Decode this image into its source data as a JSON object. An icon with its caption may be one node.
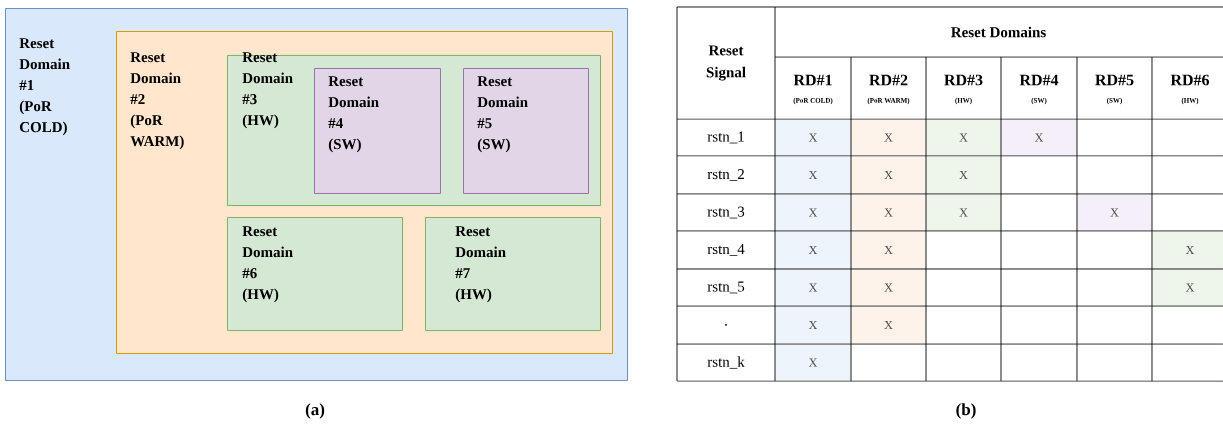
{
  "diagram": {
    "nodes": [
      {
        "text": [
          "Reset Domain #1 (PoR COLD)"
        ]
      },
      {
        "text": [
          "Reset Domain #2 (PoR WARM)"
        ],
        "in": 0
      },
      {
        "text": [
          "Reset Domain #3 (HW)"
        ],
        "in": 1
      },
      {
        "text": [
          "Reset Domain #4 (SW)"
        ],
        "in": 2
      },
      {
        "text": [
          "Reset Domain #5 (SW)"
        ],
        "in": 2
      },
      {
        "text": [
          "Reset Domain #6 (HW)"
        ],
        "in": 1
      },
      {
        "text": [
          "Reset Domain #7 (HW)"
        ],
        "in": 1
      }
    ],
    "labels": [
      "Reset Signal",
      "Reset Domains",
      "RD#1",
      "(PoR COLD)",
      "RD#2",
      "(PoR WARM)",
      "RD#3",
      "(HW)",
      "RD#4",
      "(SW)",
      "RD#5",
      "(SW)",
      "RD#6",
      "(HW)",
      "rstn_1",
      "X",
      "X",
      "X",
      "X",
      "rstn_2",
      "X",
      "X",
      "X",
      "rstn_3",
      "X",
      "X",
      "X",
      "X",
      "rstn_4",
      "X",
      "X",
      "X",
      "rstn_5",
      "X",
      "X",
      "X",
      ".",
      "X",
      "X",
      "rstn_k",
      "X",
      "(a)",
      "(b)"
    ]
  }
}
